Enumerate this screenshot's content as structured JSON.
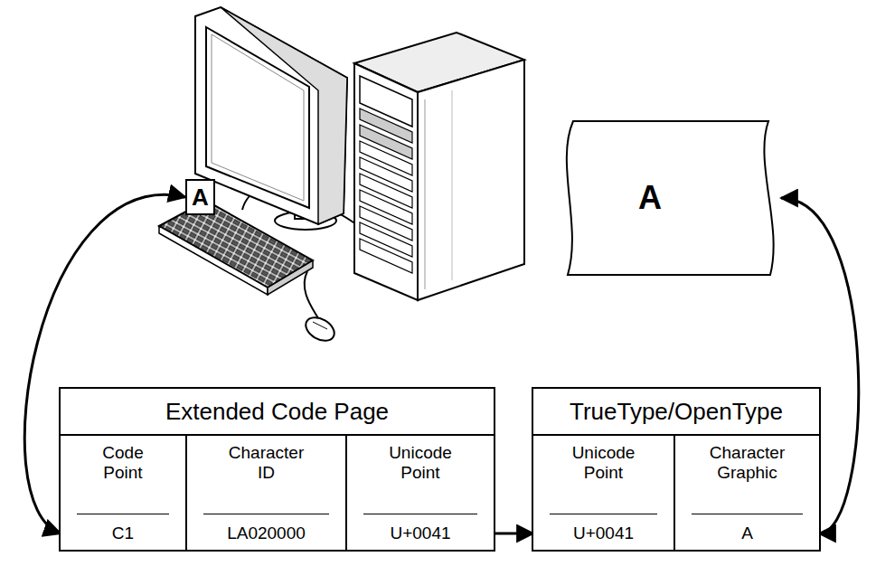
{
  "diagram": {
    "nodes": [
      {
        "text": [
          "Extended Code Page"
        ]
      },
      {
        "text": [
          "Code Point",
          "C1"
        ],
        "in": 0
      },
      {
        "text": [
          "Character ID",
          "LA020000"
        ],
        "in": 0
      },
      {
        "text": [
          "Unicode Point",
          "U+0041"
        ],
        "in": 0
      },
      {
        "text": [
          "TrueType/OpenType"
        ]
      },
      {
        "text": [
          "Unicode Point",
          "U+0041"
        ],
        "in": 4
      },
      {
        "text": [
          "Character Graphic",
          "A"
        ],
        "in": 4
      },
      {
        "text": [
          "A"
        ]
      },
      {
        "text": [
          "A"
        ]
      }
    ],
    "edges": [
      {
        "from": 7,
        "to": 1,
        "arrow": "both"
      },
      {
        "from": 3,
        "to": 5,
        "arrow": "to"
      },
      {
        "from": 6,
        "to": 8,
        "arrow": "both"
      }
    ]
  }
}
